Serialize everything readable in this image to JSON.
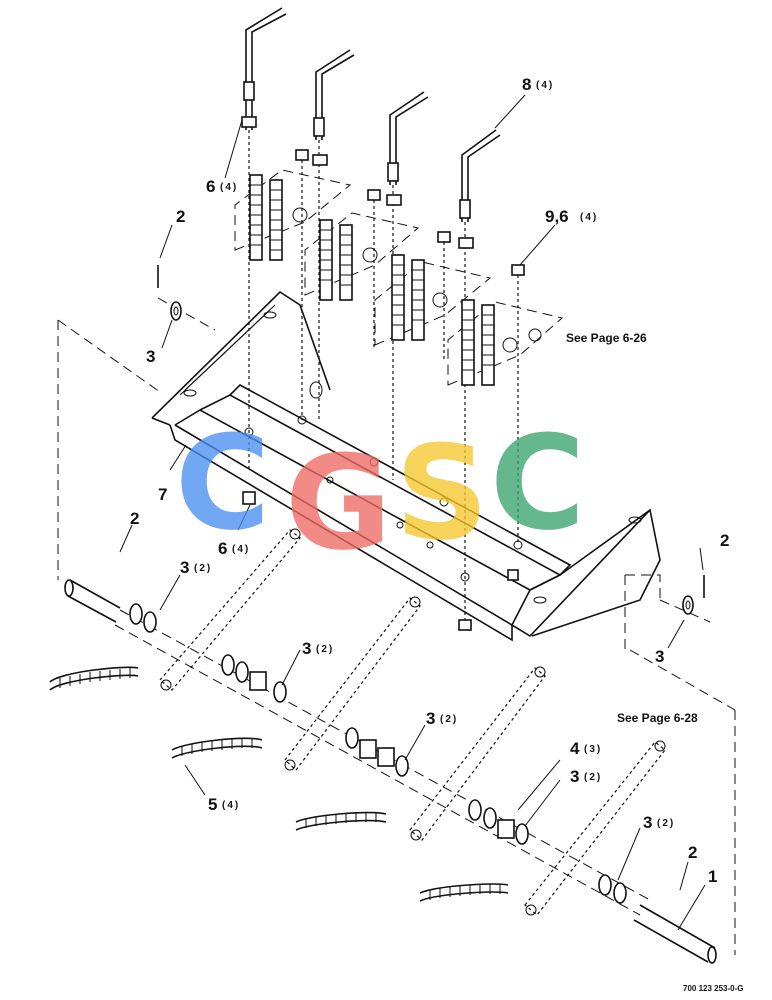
{
  "callouts": {
    "c1": "1",
    "c2a": "2",
    "c2b": "2",
    "c2c": "2",
    "c2d": "2",
    "c3a": "3",
    "c3b": "3",
    "c3x2a": "3",
    "c3x2b": "3",
    "c3x2c": "3",
    "c3x2d": "3",
    "c3x2e": "3",
    "c4": "4",
    "c5": "5",
    "c6a": "6",
    "c6b": "6",
    "c7": "7",
    "c8": "8",
    "c96": "9,6"
  },
  "quantities": {
    "q2": "(2)",
    "q3": "(3)",
    "q4": "(4)"
  },
  "notes": {
    "see_page_626": "See Page 6-26",
    "see_page_628": "See Page 6-28"
  },
  "drawing_number": "700 123 253-0-G",
  "watermark": {
    "letters": [
      "C",
      "G",
      "S",
      "C"
    ],
    "colors": [
      "#4a8ff0",
      "#ef6a63",
      "#f6c72e",
      "#3aa56f"
    ]
  }
}
